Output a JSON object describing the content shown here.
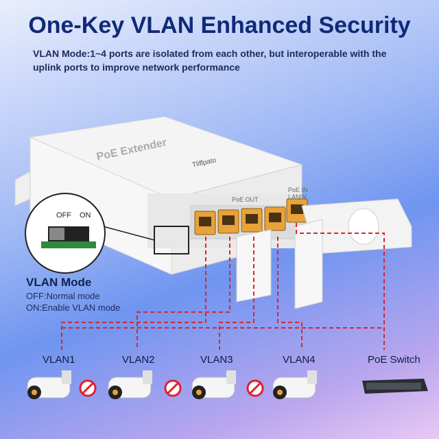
{
  "header": {
    "title": "One-Key VLAN Enhanced Security",
    "subtitle": "VLAN Mode:1~4 ports are isolated from each other, but interoperable with the uplink ports to improve network performance"
  },
  "device": {
    "brand": "PoE Extender",
    "logo": "Tliffpato",
    "port_labels": [
      "PoE OUT",
      "PoE IN LANIN"
    ]
  },
  "switch_inset": {
    "off_label": "OFF",
    "on_label": "ON"
  },
  "vlan_mode": {
    "title": "VLAN Mode",
    "off_desc": "OFF:Normal mode",
    "on_desc": "ON:Enable VLAN mode"
  },
  "vlans": [
    "VLAN1",
    "VLAN2",
    "VLAN3",
    "VLAN4"
  ],
  "uplink": "PoE Switch",
  "colors": {
    "title": "#102a78",
    "dashed_line": "#d8262b",
    "port_gold": "#e8a23a",
    "prohibit": "#e02030"
  }
}
